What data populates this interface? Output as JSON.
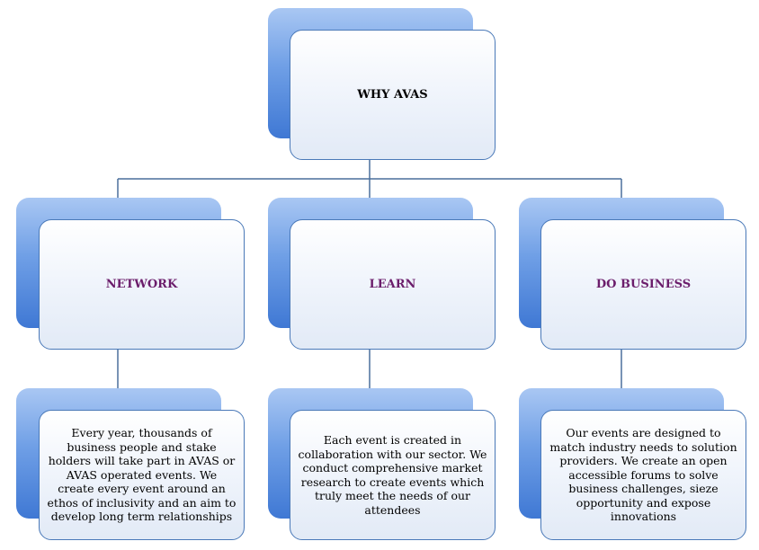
{
  "root": {
    "label": "WHY AVAS"
  },
  "categories": [
    {
      "label": "NETWORK",
      "description": "Every year, thousands of business people and stake holders will take part in AVAS or AVAS operated events. We create every event around an ethos of inclusivity and an aim  to develop long term relationships"
    },
    {
      "label": "LEARN",
      "description": "Each event is created in collaboration with our sector. We conduct comprehensive market research to create events which truly meet the needs of our attendees"
    },
    {
      "label": "DO BUSINESS",
      "description": "Our events are designed to match industry needs to solution providers. We create an open accessible forums to solve business challenges, sieze opportunity and expose innovations"
    }
  ],
  "colors": {
    "accent_blue": "#3f78d4",
    "border": "#4a79b8",
    "category_text": "#6b1d6b"
  }
}
